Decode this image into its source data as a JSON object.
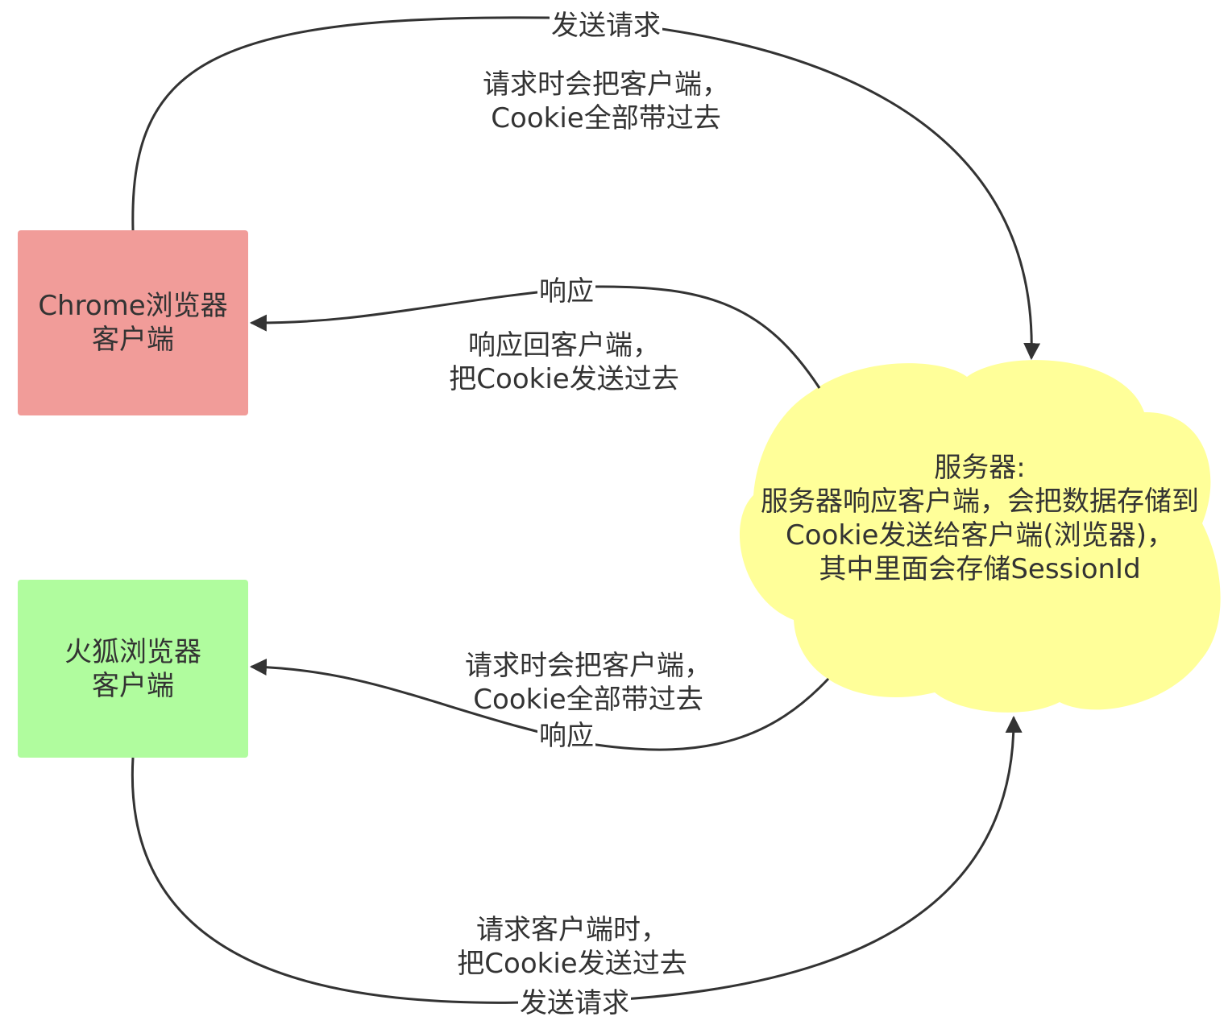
{
  "colors": {
    "chrome_fill": "#f19c99",
    "firefox_fill": "#b0fc9e",
    "server_fill": "#ffff99",
    "edge": "#333333"
  },
  "nodes": {
    "chrome": {
      "lines": [
        "Chrome浏览器",
        "客户端"
      ]
    },
    "firefox": {
      "lines": [
        "火狐浏览器",
        "客户端"
      ]
    },
    "server": {
      "lines": [
        "服务器:",
        "服务器响应客户端，会把数据存储到",
        "Cookie发送给客户端(浏览器)，",
        "其中里面会存储SessionId"
      ]
    }
  },
  "edges": {
    "chrome_request": {
      "tag": "发送请求",
      "note": [
        "请求时会把客户端，",
        "Cookie全部带过去"
      ]
    },
    "chrome_response": {
      "tag": "响应",
      "note": [
        "响应回客户端，",
        "把Cookie发送过去"
      ]
    },
    "firefox_response": {
      "tag": "响应",
      "note": [
        "请求时会把客户端，",
        "Cookie全部带过去"
      ]
    },
    "firefox_request": {
      "tag": "发送请求",
      "note": [
        "请求客户端时，",
        "把Cookie发送过去"
      ]
    }
  }
}
